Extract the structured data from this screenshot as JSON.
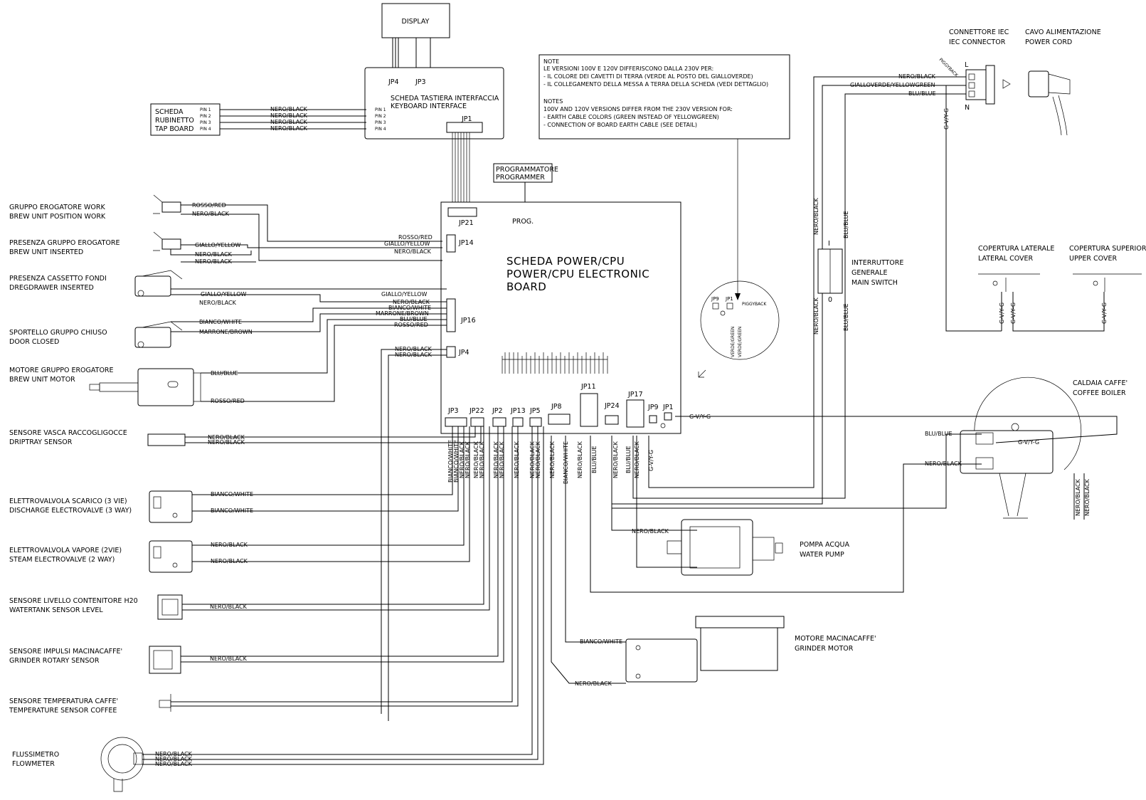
{
  "display": {
    "label": "DISPLAY",
    "jp4": "JP4",
    "jp3": "JP3"
  },
  "keyboard": {
    "line1": "SCHEDA TASTIERA INTERFACCIA",
    "line2": "KEYBOARD INTERFACE",
    "jp1": "JP1",
    "pins": [
      "PIN 1",
      "PIN 2",
      "PIN 3",
      "PIN 4"
    ]
  },
  "tap_board": {
    "line1": "SCHEDA",
    "line2": "RUBINETTO",
    "line3": "TAP BOARD",
    "pins": [
      "PIN 1",
      "PIN 2",
      "PIN 3",
      "PIN 4"
    ]
  },
  "programmer": {
    "line1": "PROGRAMMATORE",
    "line2": "PROGRAMMER",
    "prog": "PROG."
  },
  "cpu": {
    "line1": "SCHEDA POWER/CPU",
    "line2": "POWER/CPU ELECTRONIC",
    "line3": "BOARD",
    "connectors": {
      "jp21": "JP21",
      "jp14": "JP14",
      "jp16": "JP16",
      "jp4": "JP4",
      "jp3": "JP3",
      "jp22": "JP22",
      "jp2": "JP2",
      "jp13": "JP13",
      "jp5": "JP5",
      "jp8": "JP8",
      "jp11": "JP11",
      "jp24": "JP24",
      "jp17": "JP17",
      "jp9": "JP9",
      "jp1": "JP1"
    }
  },
  "notes": {
    "it_title": "NOTE",
    "it_1": "LE VERSIONI 100V E 120V DIFFERISCONO DALLA 230V PER:",
    "it_2": "- IL COLORE DEI CAVETTI DI TERRA (VERDE AL POSTO DEL GIALLOVERDE)",
    "it_3": "- IL COLLEGAMENTO DELLA MESSA A TERRA DELLA SCHEDA (VEDI DETTAGLIO)",
    "en_title": "NOTES",
    "en_1": "100V AND 120V VERSIONS DIFFER FROM THE 230V VERSION FOR:",
    "en_2": "- EARTH CABLE COLORS (GREEN INSTEAD OF YELLOWGREEN)",
    "en_3": "- CONNECTION OF BOARD EARTH CABLE (SEE DETAIL)"
  },
  "detail": {
    "jp9": "JP9",
    "jp1": "JP1",
    "piggyback": "PIGGYBACK",
    "verde1": "VERDE/GREEN",
    "verde2": "VERDE/GREEN"
  },
  "iec": {
    "line1": "CONNETTORE IEC",
    "line2": "IEC CONNECTOR",
    "piggyback": "PIGGYBACK",
    "L": "L",
    "N": "N"
  },
  "power_cord": {
    "line1": "CAVO ALIMENTAZIONE",
    "line2": "POWER CORD"
  },
  "main_switch": {
    "line1": "INTERRUTTORE",
    "line2": "GENERALE",
    "line3": "MAIN SWITCH",
    "on": "I",
    "off": "0"
  },
  "lateral_cover": {
    "line1": "COPERTURA LATERALE",
    "line2": "LATERAL COVER"
  },
  "upper_cover": {
    "line1": "COPERTURA SUPERIORE",
    "line2": "UPPER COVER"
  },
  "boiler": {
    "line1": "CALDAIA CAFFE'",
    "line2": "COFFEE BOILER"
  },
  "pump": {
    "line1": "POMPA ACQUA",
    "line2": "WATER PUMP"
  },
  "grinder_motor": {
    "line1": "MOTORE MACINACAFFE'",
    "line2": "GRINDER MOTOR"
  },
  "components": {
    "brew_work_it": "GRUPPO EROGATORE WORK",
    "brew_work_en": "BREW UNIT POSITION WORK",
    "brew_ins_it": "PRESENZA GRUPPO EROGATORE",
    "brew_ins_en": "BREW UNIT INSERTED",
    "dreg_it": "PRESENZA CASSETTO FONDI",
    "dreg_en": "DREGDRAWER INSERTED",
    "door_it": "SPORTELLO GRUPPO CHIUSO",
    "door_en": "DOOR CLOSED",
    "motor_it": "MOTORE GRUPPO EROGATORE",
    "motor_en": "BREW UNIT MOTOR",
    "drip_it": "SENSORE VASCA RACCOGLIGOCCE",
    "drip_en": "DRIPTRAY SENSOR",
    "ev3_it": "ELETTROVALVOLA SCARICO (3 VIE)",
    "ev3_en": "DISCHARGE ELECTROVALVE (3 WAY)",
    "ev2_it": "ELETTROVALVOLA VAPORE (2VIE)",
    "ev2_en": "STEAM ELECTROVALVE (2 WAY)",
    "water_it": "SENSORE LIVELLO CONTENITORE H20",
    "water_en": "WATERTANK SENSOR LEVEL",
    "grinder_it": "SENSORE IMPULSI MACINACAFFE'",
    "grinder_en": "GRINDER ROTARY SENSOR",
    "temp_it": "SENSORE TEMPERATURA CAFFE'",
    "temp_en": "TEMPERATURE SENSOR COFFEE",
    "flow_it": "FLUSSIMETRO",
    "flow_en": "FLOWMETER"
  },
  "wires": {
    "nero": "NERO/BLACK",
    "rosso": "ROSSO/RED",
    "giallo": "GIALLO/YELLOW",
    "bianco": "BIANCO/WHITE",
    "marrone": "MARRONE/BROWN",
    "blu": "BLU/BLUE",
    "gialloverde": "GIALLOVERDE/YELLOWGREEN",
    "gvyg": "G-V/Y-G"
  }
}
